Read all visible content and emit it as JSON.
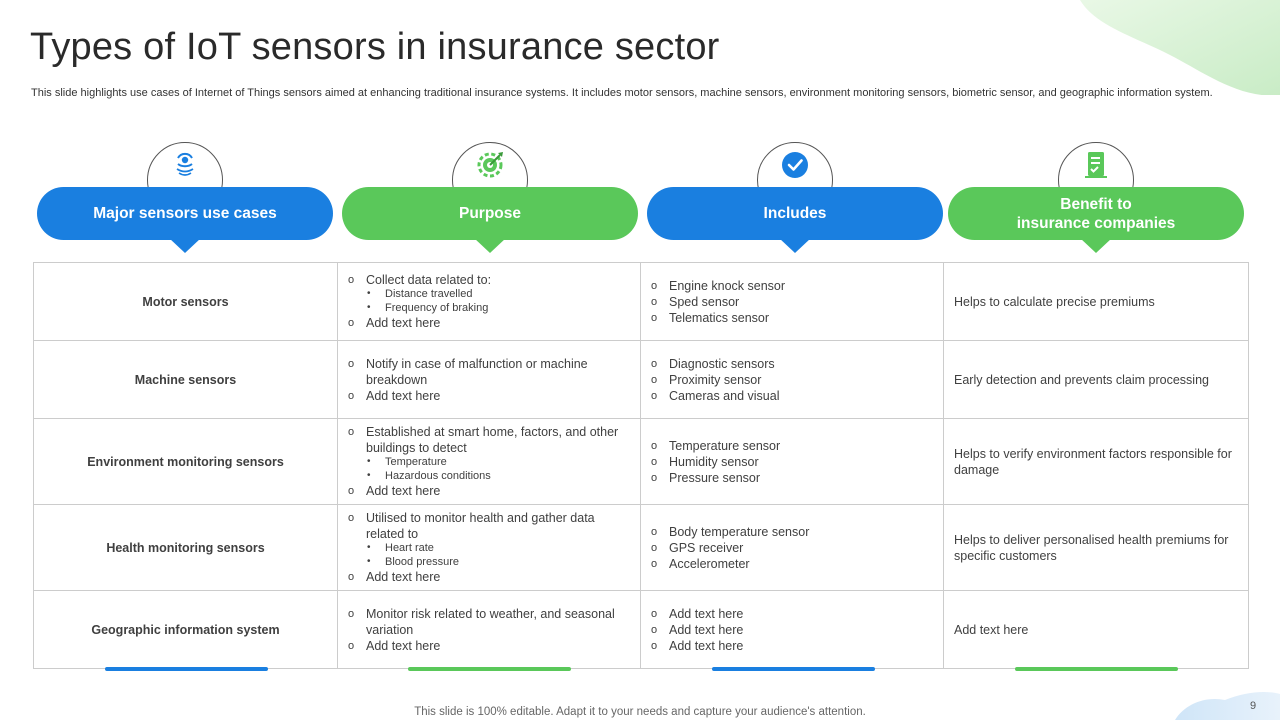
{
  "slide": {
    "title": "Types of IoT sensors in insurance sector",
    "subtitle": "This slide highlights use cases of Internet of Things sensors aimed at enhancing traditional insurance systems. It includes motor sensors, machine sensors, environment monitoring sensors, biometric sensor, and geographic information system.",
    "footer": "This slide is 100% editable. Adapt it to your needs and capture your audience's attention.",
    "page_number": "9"
  },
  "colors": {
    "blue": "#1a7fe0",
    "green": "#5ac85a",
    "border": "#cccccc"
  },
  "headers": [
    {
      "label": "Major sensors use cases",
      "icon": "sensor-waves-icon",
      "color": "blue"
    },
    {
      "label": "Purpose",
      "icon": "target-gear-icon",
      "color": "green"
    },
    {
      "label": "Includes",
      "icon": "checkmark-circle-icon",
      "color": "blue"
    },
    {
      "label": "Benefit to\ninsurance companies",
      "icon": "document-check-icon",
      "color": "green"
    }
  ],
  "rows": [
    {
      "sensor": "Motor sensors",
      "purpose": [
        {
          "text": "Collect data related to:",
          "sub": [
            "Distance travelled",
            "Frequency of braking"
          ]
        },
        {
          "text": "Add text here"
        }
      ],
      "includes": [
        "Engine knock sensor",
        "Sped sensor",
        "Telematics sensor"
      ],
      "benefit": "Helps to calculate precise premiums"
    },
    {
      "sensor": "Machine sensors",
      "purpose": [
        {
          "text": "Notify in case of malfunction or machine breakdown"
        },
        {
          "text": "Add text here"
        }
      ],
      "includes": [
        "Diagnostic sensors",
        "Proximity sensor",
        "Cameras and visual"
      ],
      "benefit": "Early detection and prevents claim processing"
    },
    {
      "sensor": "Environment monitoring sensors",
      "purpose": [
        {
          "text": "Established at smart home, factors, and other buildings to detect",
          "sub": [
            "Temperature",
            "Hazardous conditions"
          ]
        },
        {
          "text": "Add text here"
        }
      ],
      "includes": [
        "Temperature sensor",
        "Humidity sensor",
        "Pressure sensor"
      ],
      "benefit": "Helps to verify environment factors responsible for damage"
    },
    {
      "sensor": "Health monitoring sensors",
      "purpose": [
        {
          "text": "Utilised to monitor health and gather data related to",
          "sub": [
            "Heart rate",
            "Blood pressure"
          ]
        },
        {
          "text": "Add text here"
        }
      ],
      "includes": [
        "Body temperature sensor",
        "GPS receiver",
        "Accelerometer"
      ],
      "benefit": "Helps to deliver personalised health premiums for specific customers"
    },
    {
      "sensor": "Geographic information system",
      "purpose": [
        {
          "text": "Monitor risk related to weather, and seasonal variation"
        },
        {
          "text": "Add text here"
        }
      ],
      "includes": [
        "Add text here",
        "Add text here",
        "Add text here"
      ],
      "benefit": "Add text here"
    }
  ]
}
